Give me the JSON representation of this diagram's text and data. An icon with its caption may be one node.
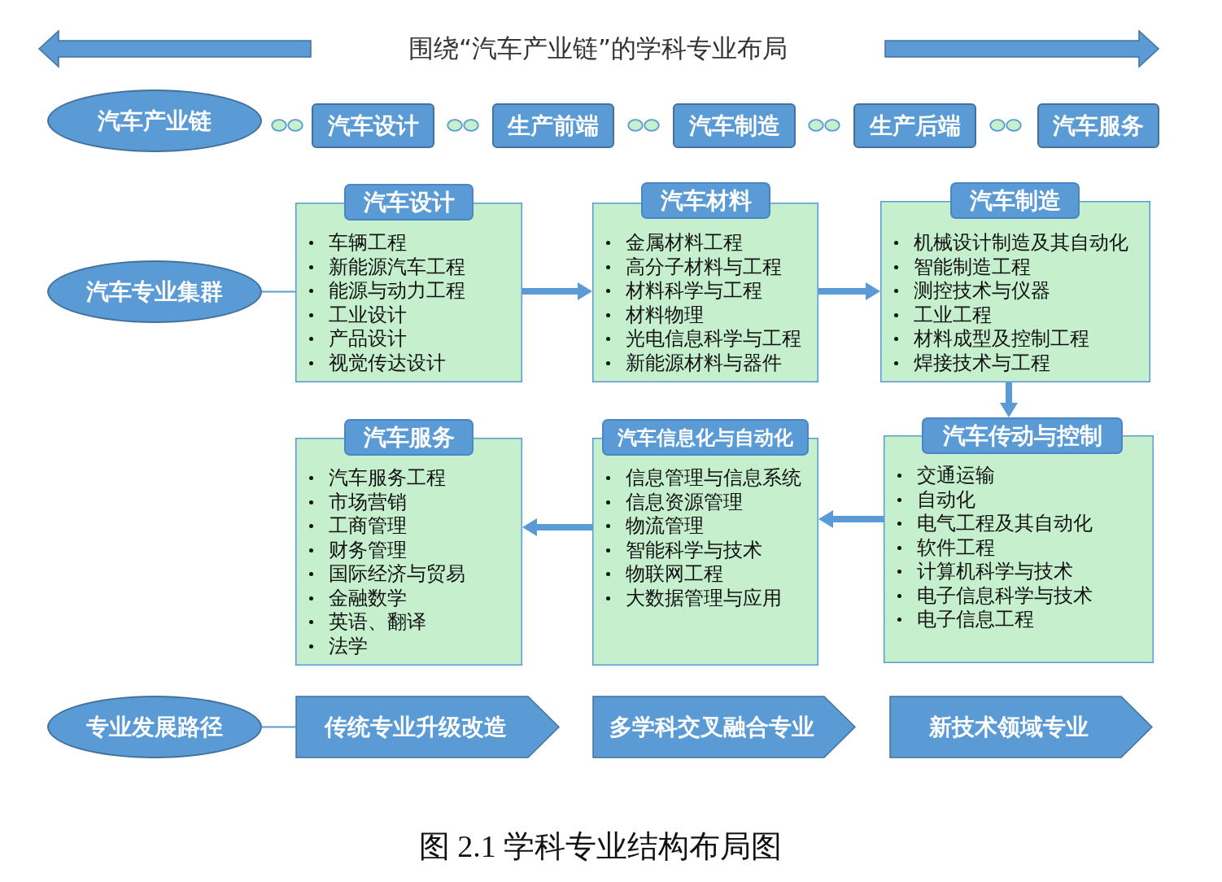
{
  "diagram": {
    "title": "围绕“汽车产业链”的学科专业布局",
    "caption": "图 2.1 学科专业结构布局图",
    "nodes": [
      {
        "text": [
          "汽车产业链"
        ]
      },
      {
        "text": [
          "汽车设计"
        ]
      },
      {
        "text": [
          "生产前端"
        ]
      },
      {
        "text": [
          "汽车制造"
        ]
      },
      {
        "text": [
          "生产后端"
        ]
      },
      {
        "text": [
          "汽车服务"
        ]
      },
      {
        "text": [
          "汽车专业集群"
        ]
      },
      {
        "text": [
          "汽车设计",
          "车辆工程",
          "新能源汽车工程",
          "能源与动力工程",
          "工业设计",
          "产品设计",
          "视觉传达设计"
        ]
      },
      {
        "text": [
          "汽车材料",
          "金属材料工程",
          "高分子材料与工程",
          "材料科学与工程",
          "材料物理",
          "光电信息科学与工程",
          "新能源材料与器件"
        ]
      },
      {
        "text": [
          "汽车制造",
          "机械设计制造及其自动化",
          "智能制造工程",
          "测控技术与仪器",
          "工业工程",
          "材料成型及控制工程",
          "焊接技术与工程"
        ]
      },
      {
        "text": [
          "汽车服务",
          "汽车服务工程",
          "市场营销",
          "工商管理",
          "财务管理",
          "国际经济与贸易",
          "金融数学",
          "英语、翻译",
          "法学"
        ]
      },
      {
        "text": [
          "汽车信息化与自动化",
          "信息管理与信息系统",
          "信息资源管理",
          "物流管理",
          "智能科学与技术",
          "物联网工程",
          "大数据管理与应用"
        ]
      },
      {
        "text": [
          "汽车传动与控制",
          "交通运输",
          "自动化",
          "电气工程及其自动化",
          "软件工程",
          "计算机科学与技术",
          "电子信息科学与技术",
          "电子信息工程"
        ]
      },
      {
        "text": [
          "专业发展路径"
        ]
      },
      {
        "text": [
          "传统专业升级改造"
        ]
      },
      {
        "text": [
          "多学科交叉融合专业"
        ]
      },
      {
        "text": [
          "新技术领域专业"
        ]
      }
    ],
    "edges": [
      {
        "from": 6,
        "to": 7,
        "arrow": "none"
      },
      {
        "from": 7,
        "to": 8,
        "arrow": "to"
      },
      {
        "from": 8,
        "to": 9,
        "arrow": "to"
      },
      {
        "from": 9,
        "to": 12,
        "arrow": "to"
      },
      {
        "from": 12,
        "to": 11,
        "arrow": "to"
      },
      {
        "from": 11,
        "to": 10,
        "arrow": "to"
      },
      {
        "from": 13,
        "to": 14,
        "arrow": "none"
      }
    ]
  }
}
